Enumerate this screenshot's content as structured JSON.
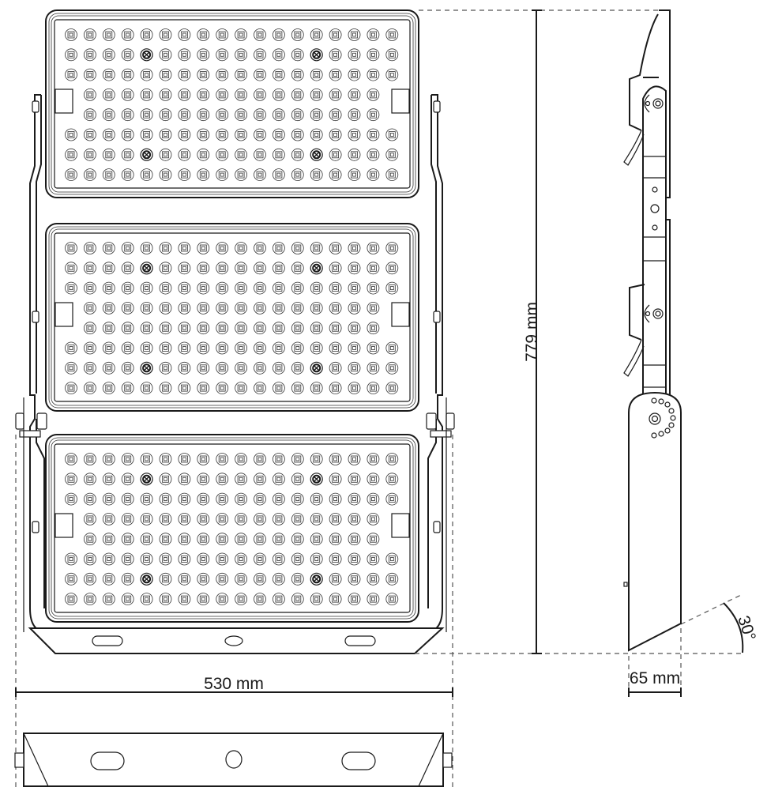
{
  "figure": {
    "subject": "LED floodlight technical dimension drawing",
    "views": [
      "front-view",
      "side-view",
      "bottom-view"
    ]
  },
  "dimensions": {
    "height_label": "779 mm",
    "width_label": "530 mm",
    "depth_label": "65 mm",
    "tilt_angle_label": "30°"
  },
  "front_view": {
    "panels": 3,
    "led_rows_per_panel": 8,
    "led_cols_per_panel": 18,
    "bracket_notch_rows": [
      3,
      4
    ],
    "sensor_positions": [
      [
        1,
        4
      ],
      [
        1,
        13
      ],
      [
        6,
        4
      ],
      [
        6,
        13
      ]
    ],
    "bottom_slots": [
      "oval-slot-left",
      "round-hole-center",
      "oval-slot-right"
    ]
  },
  "colors": {
    "line": "#1a1a1a",
    "dashed": "#555555",
    "background": "#ffffff"
  }
}
